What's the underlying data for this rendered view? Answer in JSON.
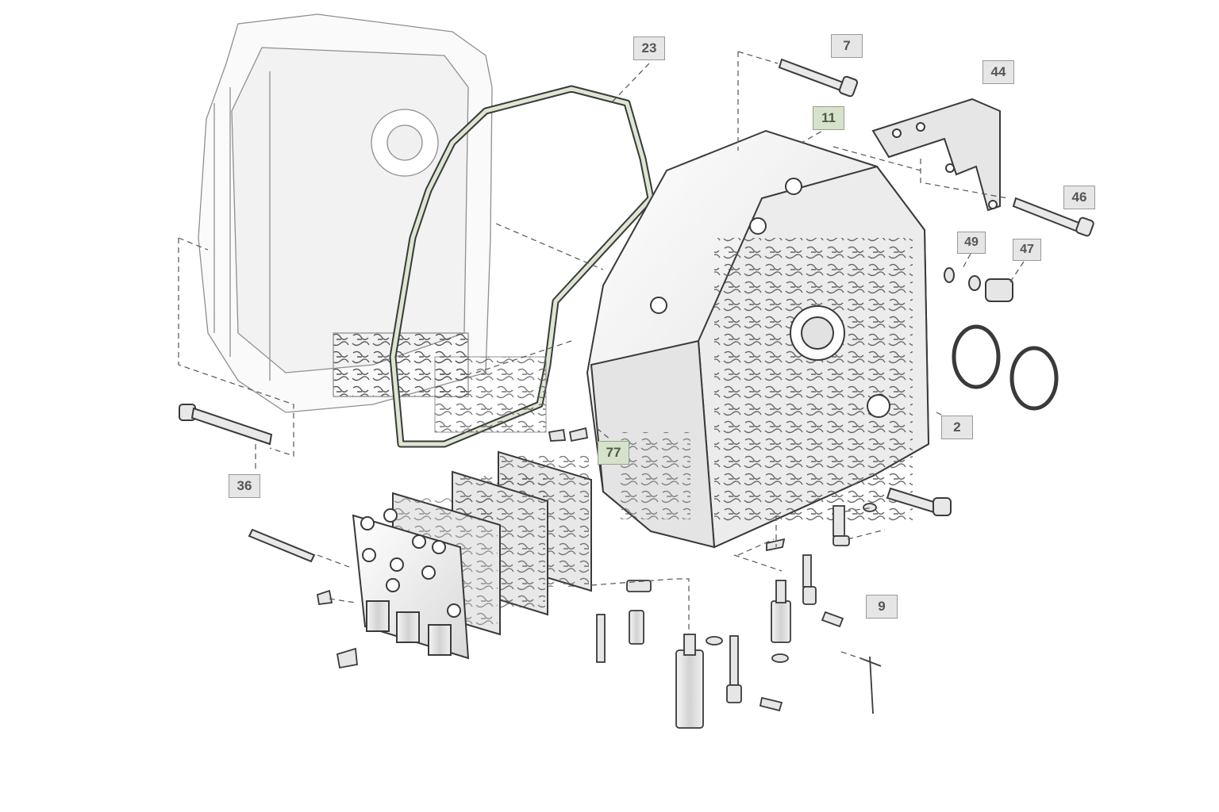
{
  "colors": {
    "outline": "#3a3a3a",
    "body_fill": "#ededed",
    "ghost_outline": "#9a9a9a",
    "leader": "#555555",
    "callout_fill": "#e6e6e6",
    "callout_highlight_fill": "#d7e2cc",
    "gasket": "#dde6d2"
  },
  "callouts": {
    "c23": "23",
    "c7": "7",
    "c44": "44",
    "c11": "11",
    "c46": "46",
    "c49": "49",
    "c47": "47",
    "c2": "2",
    "c77": "77",
    "c36": "36",
    "c9": "9"
  },
  "highlighted_callouts": [
    "11",
    "77"
  ]
}
